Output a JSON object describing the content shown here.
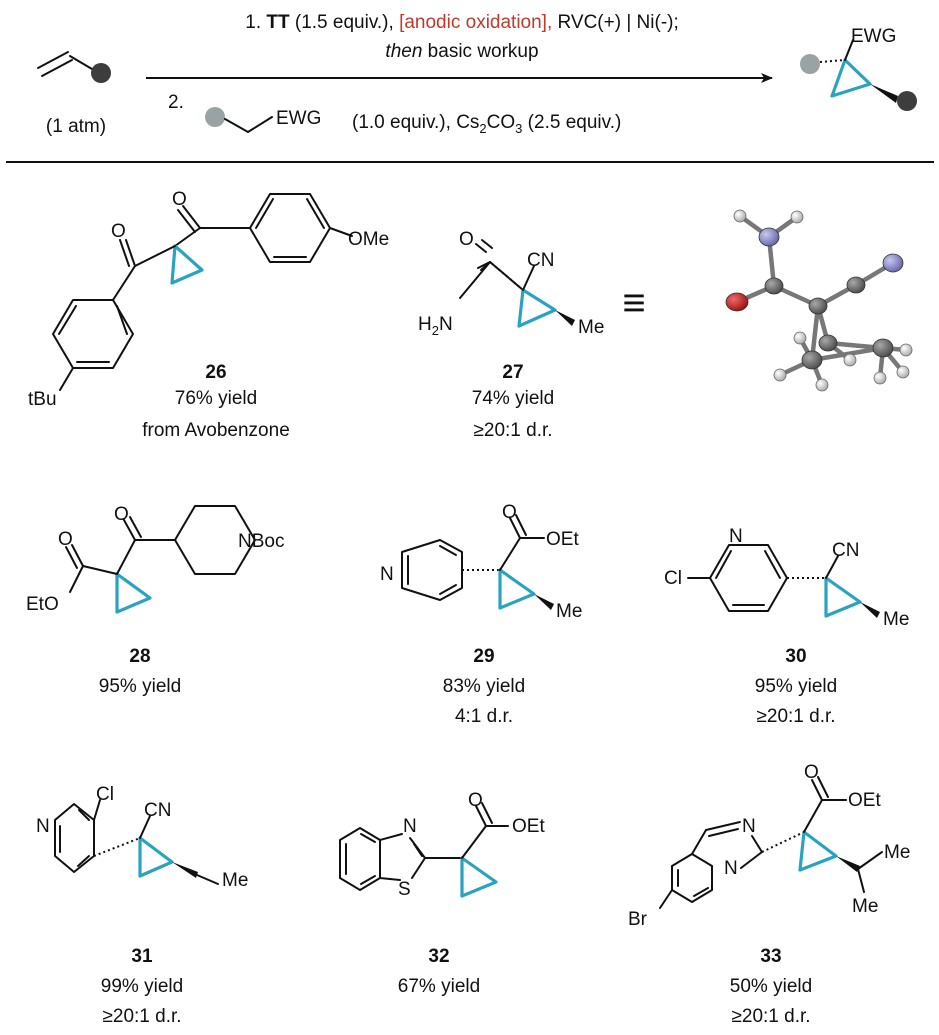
{
  "colors": {
    "cyclopropane": "#2aa3c2",
    "highlight": "#c0392b",
    "dot_dark": "#3d3d3d",
    "dot_light": "#9aa3a3",
    "carbon_atom": "#6f6f6f",
    "oxygen_atom": "#c41e1e",
    "nitrogen_atom": "#8c8ccc",
    "hydrogen_atom": "#cfcfcf"
  },
  "reaction": {
    "reactant_pressure": "(1 atm)",
    "step1": {
      "prefix": "1. ",
      "reagent": "TT",
      "equiv": " (1.5 equiv.), ",
      "highlight": "[anodic oxidation],",
      "electrodes": " RVC(+) | Ni(-);",
      "line2_italic": "then",
      "line2_rest": " basic workup"
    },
    "step2": {
      "prefix": "2.",
      "ewg": "EWG",
      "equiv": "(1.0 equiv.), Cs",
      "sub1": "2",
      "mid": "CO",
      "sub2": "3",
      "tail": " (2.5 equiv.)"
    },
    "product_ewg": "EWG"
  },
  "compounds": [
    {
      "id": "26",
      "yield": "76% yield",
      "note": "from Avobenzone"
    },
    {
      "id": "27",
      "yield": "74% yield",
      "note": "≥20:1 d.r."
    },
    {
      "id": "28",
      "yield": "95% yield",
      "note": ""
    },
    {
      "id": "29",
      "yield": "83% yield",
      "note": "4:1 d.r."
    },
    {
      "id": "30",
      "yield": "95% yield",
      "note": "≥20:1 d.r."
    },
    {
      "id": "31",
      "yield": "99% yield",
      "note": "≥20:1 d.r."
    },
    {
      "id": "32",
      "yield": "67% yield",
      "note": ""
    },
    {
      "id": "33",
      "yield": "50% yield",
      "note": "≥20:1 d.r."
    }
  ],
  "atom_labels": {
    "c26_o1": "O",
    "c26_o2": "O",
    "c26_ome": "OMe",
    "c26_tbu": "tBu",
    "c27_o": "O",
    "c27_cn": "CN",
    "c27_nh2_h": "H",
    "c27_nh2_sub": "2",
    "c27_nh2_n": "N",
    "c27_me": "Me",
    "equiv_symbol": "≡",
    "c28_o1": "O",
    "c28_o2": "O",
    "c28_eto": "EtO",
    "c28_nboc": "NBoc",
    "c29_n": "N",
    "c29_o": "O",
    "c29_oet": "OEt",
    "c29_me": "Me",
    "c30_cl": "Cl",
    "c30_n": "N",
    "c30_cn": "CN",
    "c30_me": "Me",
    "c31_cl": "Cl",
    "c31_n": "N",
    "c31_cn": "CN",
    "c31_me": "Me",
    "c32_n": "N",
    "c32_s": "S",
    "c32_o": "O",
    "c32_oet": "OEt",
    "c33_n1": "N",
    "c33_n2": "N",
    "c33_o": "O",
    "c33_oet": "OEt",
    "c33_br": "Br",
    "c33_me1": "Me",
    "c33_me2": "Me"
  }
}
